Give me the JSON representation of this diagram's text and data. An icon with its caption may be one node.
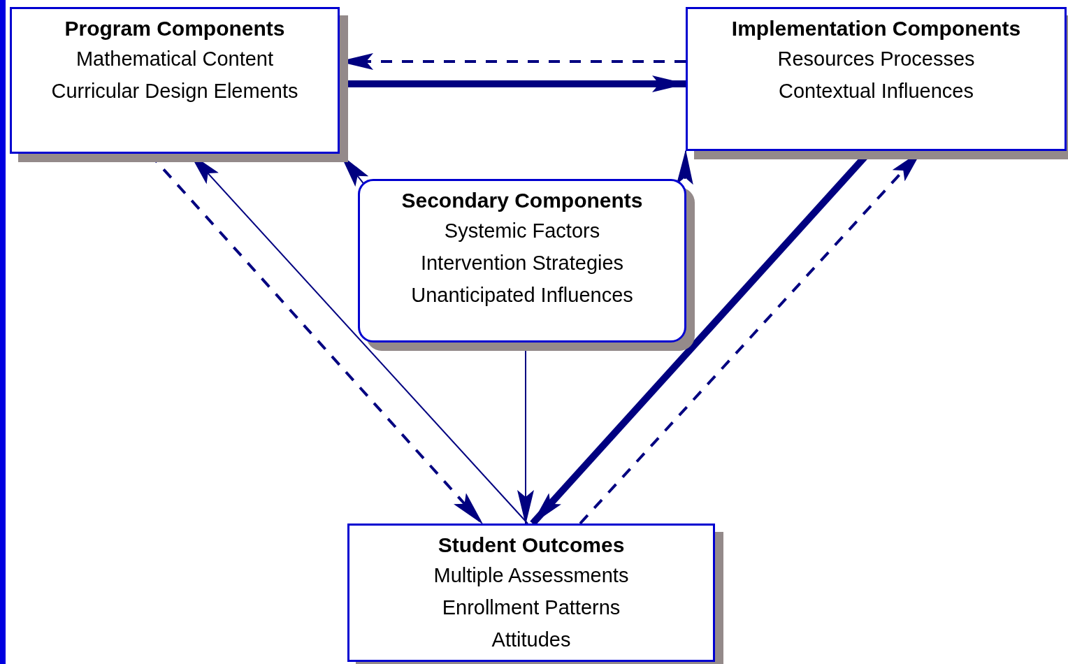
{
  "diagram": {
    "nodes": [
      {
        "text": [
          "Program Components",
          "Mathematical Content Curricular Design Elements"
        ]
      },
      {
        "text": [
          "Implementation Components",
          "Resources Processes Contextual Influences"
        ]
      },
      {
        "text": [
          "Secondary Components",
          "Systemic Factors Intervention Strategies Unanticipated Influences"
        ]
      },
      {
        "text": [
          "Student Outcomes",
          "Multiple Assessments Enrollment Patterns Attitudes"
        ]
      }
    ],
    "edges": [
      {
        "from": 1,
        "to": 0,
        "arrow": "to",
        "style": "dashed"
      },
      {
        "from": 0,
        "to": 1,
        "arrow": "to",
        "style": "thick"
      },
      {
        "from": 2,
        "to": 0,
        "arrow": "to"
      },
      {
        "from": 2,
        "to": 1,
        "arrow": "to"
      },
      {
        "from": 0,
        "to": 3,
        "arrow": "to",
        "style": "dashed"
      },
      {
        "from": 3,
        "to": 0,
        "arrow": "to"
      },
      {
        "from": 2,
        "to": 3,
        "arrow": "to"
      },
      {
        "from": 1,
        "to": 3,
        "arrow": "to",
        "style": "thick"
      },
      {
        "from": 3,
        "to": 1,
        "arrow": "to",
        "style": "dashed"
      }
    ]
  }
}
